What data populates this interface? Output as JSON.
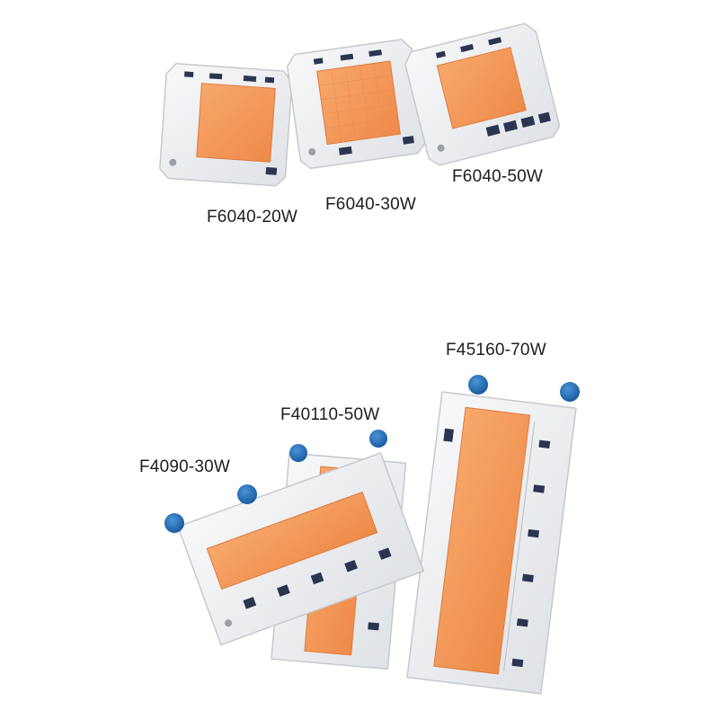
{
  "labels": {
    "f6040_20w": "F6040-20W",
    "f6040_30w": "F6040-30W",
    "f6040_50w": "F6040-50W",
    "f45160_70w": "F45160-70W",
    "f40110_50w": "F40110-50W",
    "f4090_30w": "F4090-30W"
  },
  "colors": {
    "board": "#eef0f2",
    "board_edge": "#c9cdd2",
    "led": "#f49a5a",
    "led_edge": "#e07a3a",
    "varistor": "#1f6bb5",
    "component": "#2a3550"
  }
}
